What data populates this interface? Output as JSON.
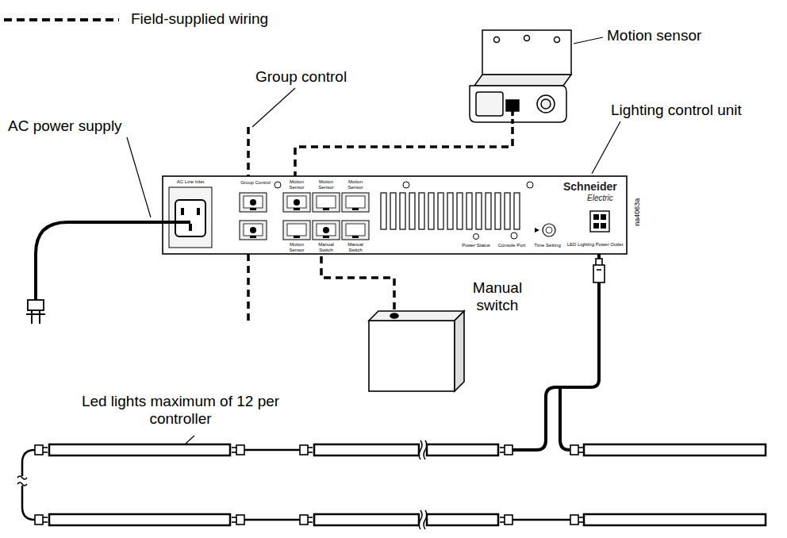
{
  "diagram": {
    "nodes": [
      {
        "text": [
          "Motion sensor"
        ]
      },
      {
        "text": [
          "Lighting control unit",
          "Schneider",
          "Electric"
        ]
      },
      {
        "text": [
          "Manual switch"
        ]
      },
      {
        "text": [
          "Led lights maximum of 12 per controller"
        ]
      }
    ],
    "edges": [
      {
        "from": 0,
        "to": 1,
        "arrow": "none"
      },
      {
        "from": 2,
        "to": 1,
        "arrow": "none"
      },
      {
        "from": 1,
        "to": 3,
        "arrow": "none"
      }
    ],
    "labels": [
      "Group control",
      "AC power supply",
      "AC Line Inlet",
      "Group Control",
      "Motion Sensor",
      "Motion Sensor",
      "Motion Sensor",
      "Motion Sensor",
      "Manual Switch",
      "Manual Switch",
      "Power Status",
      "Console Port",
      "Time Setting",
      "LED Lighting Power Outlet",
      "na4063a"
    ],
    "legend": [
      {
        "text": "Field-supplied wiring"
      }
    ]
  }
}
